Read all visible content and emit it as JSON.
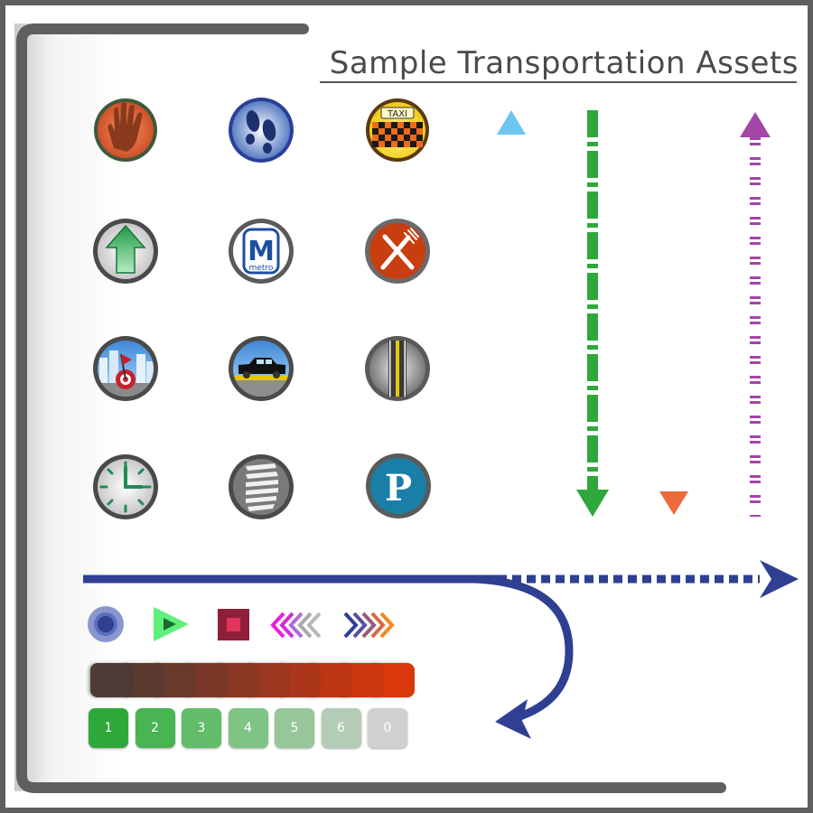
{
  "title": "Sample Transportation Assets",
  "icons": {
    "taxi_label": "TAXI",
    "metro_letter": "M",
    "metro_word": "metro",
    "parking_letter": "P"
  },
  "badges": [
    {
      "label": "1",
      "color": "#2ea83a"
    },
    {
      "label": "2",
      "color": "#48b452"
    },
    {
      "label": "3",
      "color": "#62bc6a"
    },
    {
      "label": "4",
      "color": "#7fc484"
    },
    {
      "label": "5",
      "color": "#98c69b"
    },
    {
      "label": "6",
      "color": "#b4ccb6"
    },
    {
      "label": "0",
      "color": "#d0d0d0"
    }
  ],
  "color_strip": [
    "#4e3a34",
    "#5b3a30",
    "#6a392c",
    "#7a3828",
    "#8a3723",
    "#9b371f",
    "#ac361a",
    "#be3515",
    "#cc3610",
    "#d8380a"
  ],
  "colors": {
    "frame": "#5f5f5f",
    "route_blue": "#2f3f92",
    "arrow_light_blue": "#5fc0ec",
    "arrow_green": "#2ea83a",
    "arrow_orange": "#ee6a3c",
    "arrow_purple": "#a445a8"
  }
}
